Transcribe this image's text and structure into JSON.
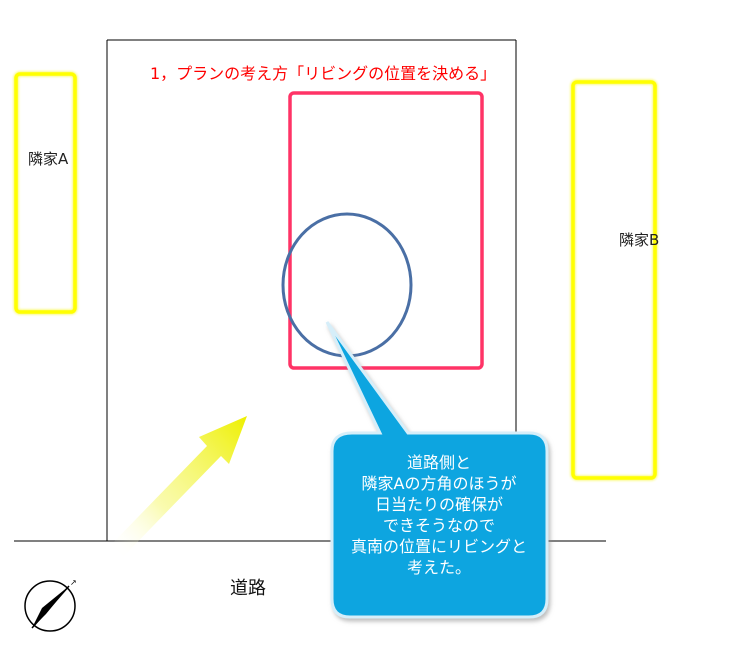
{
  "diagram": {
    "title": "1，プランの考え方「リビングの位置を決める」",
    "labels": {
      "neighbor_a": "隣家A",
      "neighbor_b": "隣家B",
      "road": "道路"
    },
    "callout": {
      "lines": [
        "道路側と",
        "隣家Aの方角のほうが",
        "日当たりの確保が",
        "できそうなので",
        "真南の位置にリビングと",
        "考えた。"
      ]
    },
    "colors": {
      "title": "#ff0000",
      "neighbor_outline": "#ffff00",
      "living_area_outline": "#ff3366",
      "sun_circle": "#4a6fa5",
      "callout_fill": "#0ea5e0",
      "callout_border": "#cfeaf7",
      "sun_arrow": "#eef000",
      "lot_line": "#000000"
    },
    "icons": {
      "compass": "north-compass-icon",
      "sun_arrow": "sunlight-arrow-icon"
    }
  }
}
